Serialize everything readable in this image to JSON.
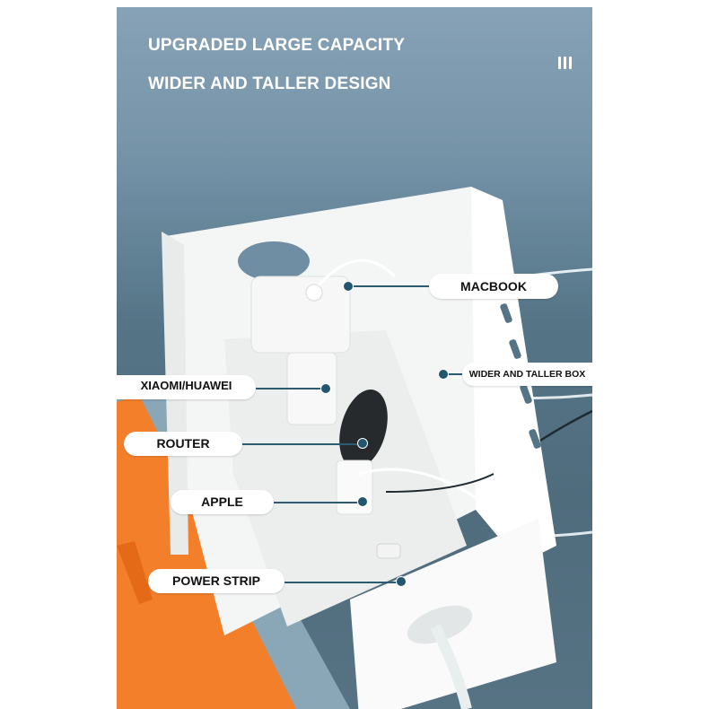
{
  "headline": {
    "line1": "UPGRADED LARGE CAPACITY",
    "line2": "WIDER AND TALLER DESIGN"
  },
  "menu_icon": "three-vertical-bars-icon",
  "callouts": [
    {
      "id": "macbook",
      "label": "MACBOOK"
    },
    {
      "id": "wider-box",
      "label": "WIDER AND TALLER BOX"
    },
    {
      "id": "xiaomi-huawei",
      "label": "XIAOMI/HUAWEI"
    },
    {
      "id": "router",
      "label": "ROUTER"
    },
    {
      "id": "apple",
      "label": "APPLE"
    },
    {
      "id": "power-strip",
      "label": "POWER STRIP"
    }
  ],
  "colors": {
    "background_blue": "#6f8ea3",
    "orange_surface": "#f47f2a",
    "label_bg": "#ffffff",
    "leader_line": "#2d5b72"
  }
}
